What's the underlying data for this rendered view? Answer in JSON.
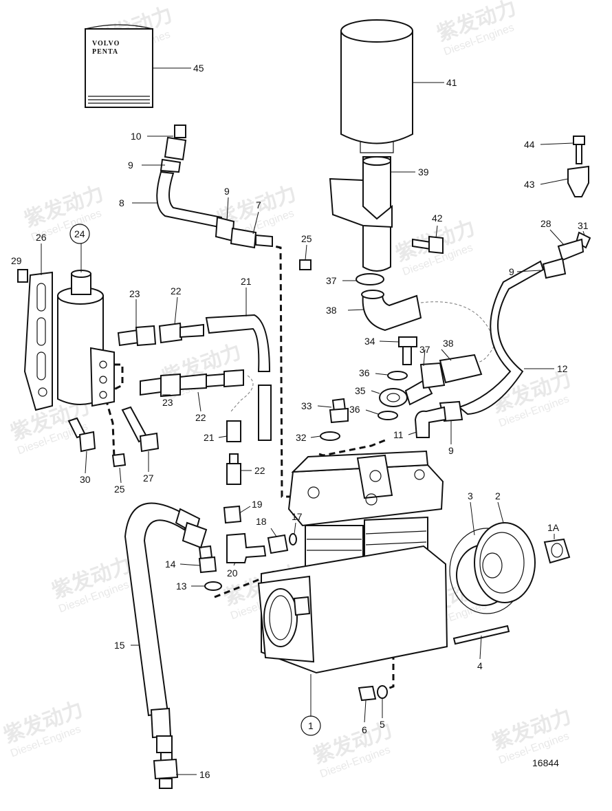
{
  "drawing_number": "16844",
  "brand_box": {
    "line1": "VOLVO",
    "line2": "PENTA"
  },
  "watermark": {
    "brand": "紫发动力",
    "sub": "Diesel-Engines"
  },
  "callouts": [
    {
      "id": "45",
      "circled": false
    },
    {
      "id": "41",
      "circled": false
    },
    {
      "id": "10",
      "circled": false
    },
    {
      "id": "9",
      "circled": false
    },
    {
      "id": "8",
      "circled": false
    },
    {
      "id": "9b",
      "text": "9",
      "circled": false
    },
    {
      "id": "7",
      "circled": false
    },
    {
      "id": "25",
      "circled": false
    },
    {
      "id": "39",
      "circled": false
    },
    {
      "id": "42",
      "circled": false
    },
    {
      "id": "44",
      "circled": false
    },
    {
      "id": "43",
      "circled": false
    },
    {
      "id": "31",
      "circled": false
    },
    {
      "id": "28",
      "circled": false
    },
    {
      "id": "9c",
      "text": "9",
      "circled": false
    },
    {
      "id": "26",
      "circled": false
    },
    {
      "id": "24",
      "circled": true
    },
    {
      "id": "29",
      "circled": false
    },
    {
      "id": "23",
      "circled": false
    },
    {
      "id": "22",
      "circled": false
    },
    {
      "id": "21",
      "circled": false
    },
    {
      "id": "37",
      "circled": false
    },
    {
      "id": "38",
      "circled": false
    },
    {
      "id": "34",
      "circled": false
    },
    {
      "id": "38b",
      "text": "38",
      "circled": false
    },
    {
      "id": "36",
      "circled": false
    },
    {
      "id": "37b",
      "text": "37",
      "circled": false
    },
    {
      "id": "12",
      "circled": false
    },
    {
      "id": "35",
      "circled": false
    },
    {
      "id": "23b",
      "text": "23",
      "circled": false
    },
    {
      "id": "22b",
      "text": "22",
      "circled": false
    },
    {
      "id": "33",
      "circled": false
    },
    {
      "id": "36b",
      "text": "36",
      "circled": false
    },
    {
      "id": "11",
      "circled": false
    },
    {
      "id": "9d",
      "text": "9",
      "circled": false
    },
    {
      "id": "32",
      "circled": false
    },
    {
      "id": "21b",
      "text": "21",
      "circled": false
    },
    {
      "id": "22c",
      "text": "22",
      "circled": false
    },
    {
      "id": "30",
      "circled": false
    },
    {
      "id": "25b",
      "text": "25",
      "circled": false
    },
    {
      "id": "27",
      "circled": false
    },
    {
      "id": "19",
      "circled": false
    },
    {
      "id": "18",
      "circled": false
    },
    {
      "id": "17",
      "circled": false
    },
    {
      "id": "3",
      "circled": false
    },
    {
      "id": "2",
      "circled": false
    },
    {
      "id": "1A",
      "circled": false
    },
    {
      "id": "14",
      "circled": false
    },
    {
      "id": "20",
      "circled": false
    },
    {
      "id": "13",
      "circled": false
    },
    {
      "id": "15",
      "circled": false
    },
    {
      "id": "4",
      "circled": false
    },
    {
      "id": "1",
      "circled": true
    },
    {
      "id": "6",
      "circled": false
    },
    {
      "id": "5",
      "circled": false
    },
    {
      "id": "16",
      "circled": false
    }
  ]
}
